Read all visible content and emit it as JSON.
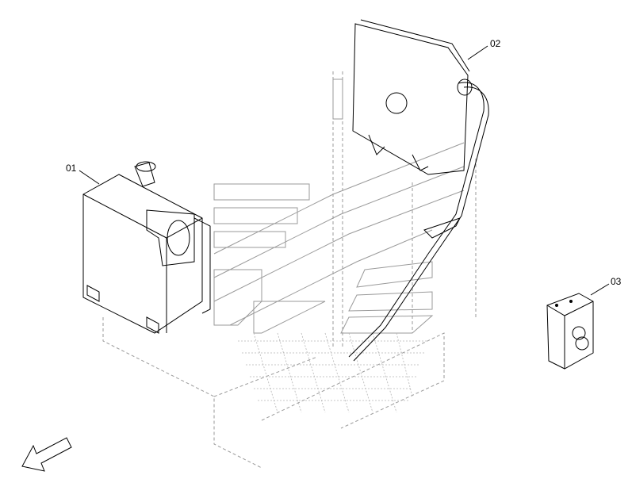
{
  "diagram": {
    "callouts": [
      {
        "id": "01",
        "part": "tank"
      },
      {
        "id": "02",
        "part": "radiator"
      },
      {
        "id": "03",
        "part": "box"
      }
    ],
    "direction_arrow": "arrow-icon"
  }
}
